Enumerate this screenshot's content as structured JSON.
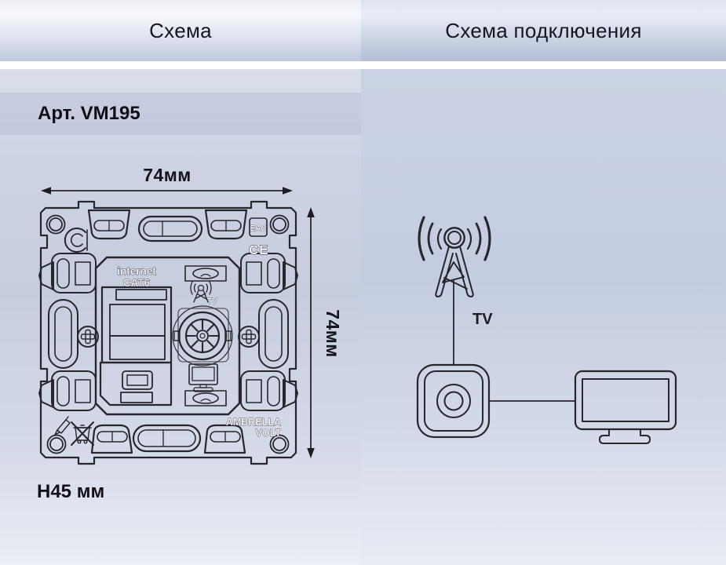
{
  "tabs": {
    "left": "Схема",
    "right": "Схема подключения"
  },
  "product": {
    "article": "Арт. VM195"
  },
  "schematic": {
    "width_label": "74мм",
    "height_label": "74мм",
    "depth_label": "H45 мм",
    "markings": {
      "internet": "internet",
      "cat": "CAT6",
      "eac": "EAC",
      "ce": "CE",
      "brand_top": "AMBRELLA",
      "brand_bottom": "VOLT",
      "tv_port": "TV"
    }
  },
  "connection": {
    "antenna_label": "TV"
  },
  "colors": {
    "line": "#26262c",
    "text": "#14141b",
    "header_bottom": "#b3bed7",
    "panel_mid": "#c6cdde",
    "white_gap": "#ffffff"
  }
}
